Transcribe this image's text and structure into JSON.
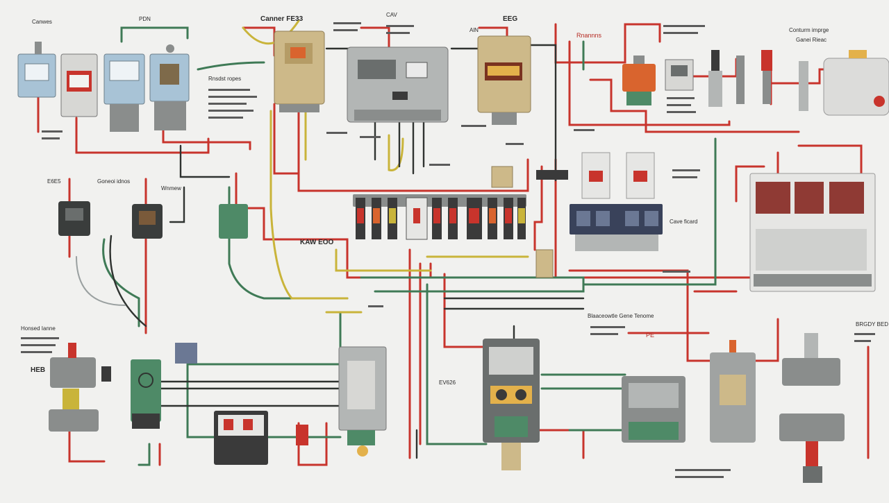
{
  "colors": {
    "background": "#f1f1ef",
    "wire_red": "#c8342c",
    "wire_green": "#3f7a56",
    "wire_yellow": "#c9b43a",
    "wire_dark": "#2f3330",
    "device_grey": "#8a8d8c",
    "device_tan": "#cdb989",
    "device_green": "#4e8a67",
    "device_blue": "#a8c3d6",
    "accent_orange": "#d9642e"
  },
  "labels": {
    "top_main": "Canner FE33",
    "top_eeg": "EEG",
    "left_top": "Canwes",
    "top_pdn": "PDN",
    "top_center_label": "CAV",
    "top_aln": "AlN",
    "top_panel_note": "Rnannns",
    "mid_left_relay_a": "E6E5",
    "mid_left_relay_b": "Goneoi idnos",
    "mid_center_tag": "KAW EOO",
    "right_top_a": "Conturm imprge",
    "right_top_b": "Ganei Rieac",
    "right_mid_a": "Cave ficard",
    "right_mid_b": "Blaaceowtle Gene Tenome",
    "right_mid_c": "PE",
    "bottom_left_block": "Honsed  Ianne",
    "bottom_left_tag": "HEB",
    "bottom_center_tag": "EV626",
    "bottom_right": "BRGDY BED",
    "left_mid_a": "Wnmew",
    "top_left_note": "Rnsdst ropes"
  }
}
